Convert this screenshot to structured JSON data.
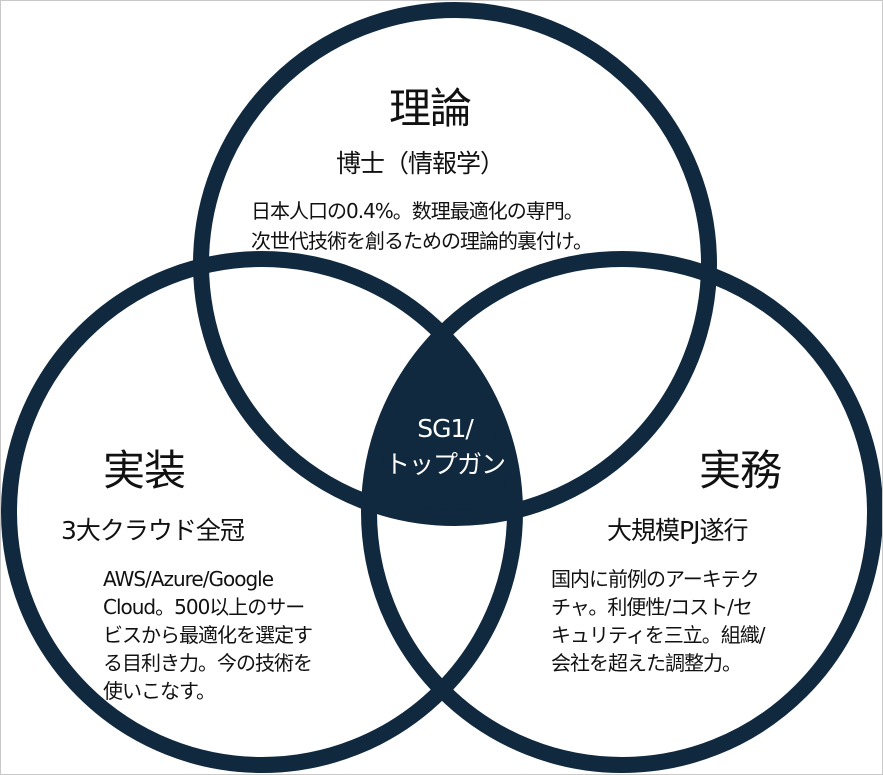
{
  "colors": {
    "stroke": "#10293f",
    "center_fill": "#10293f"
  },
  "theory": {
    "title": "理論",
    "subtitle": "博士（情報学）",
    "lines": [
      "日本人口の0.4%。数理最適化の専門。",
      "次世代技術を創るための理論的裏付け。"
    ]
  },
  "implementation": {
    "title": "実装",
    "subtitle": "3大クラウド全冠",
    "lines": [
      "AWS/Azure/Google",
      "Cloud。500以上のサー",
      "ビスから最適化を選定す",
      "る目利き力。今の技術を",
      "使いこなす。"
    ]
  },
  "practice": {
    "title": "実務",
    "subtitle": "大規模PJ遂行",
    "lines": [
      "国内に前例のアーキテク",
      "チャ。利便性/コスト/セ",
      "キュリティを三立。組織/",
      "会社を超えた調整力。"
    ]
  },
  "center": {
    "line1": "SG1/",
    "line2": "トップガン"
  }
}
